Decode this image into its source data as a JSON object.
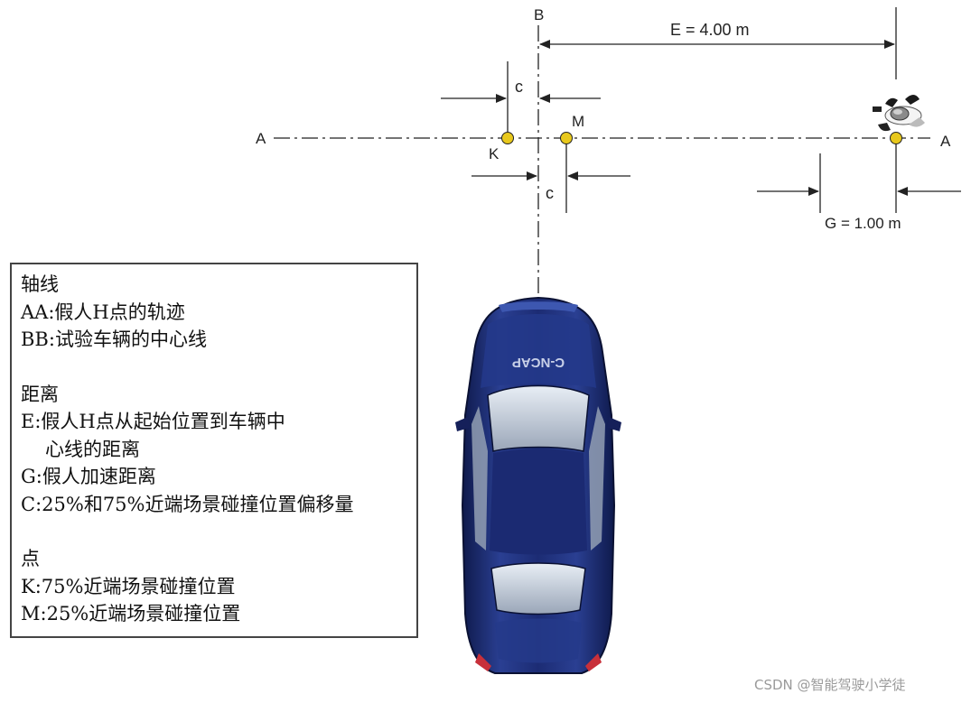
{
  "labels": {
    "axis_a_left": "A",
    "axis_a_right": "A",
    "axis_b": "B",
    "point_k": "K",
    "point_m": "M",
    "dim_c_upper": "c",
    "dim_c_lower": "c",
    "dim_e": "E = 4.00 m",
    "dim_g": "G = 1.00 m",
    "car_roof_text": "C-NCAP"
  },
  "legend": {
    "axes_heading": "轴线",
    "aa": "AA:假人H点的轨迹",
    "bb": "BB:试验车辆的中心线",
    "distance_heading": "距离",
    "e_line1": "E:假人H点从起始位置到车辆中",
    "e_line2": "心线的距离",
    "g": "G:假人加速距离",
    "c": "C:25%和75%近端场景碰撞位置偏移量",
    "points_heading": "点",
    "k": "K:75%近端场景碰撞位置",
    "m": "M:25%近端场景碰撞位置"
  },
  "colors": {
    "car_body": "#1b2a6e",
    "car_highlight": "#3d57b0",
    "point_marker": "#e8c81c",
    "line": "#222222"
  },
  "watermark": "CSDN @智能驾驶小学徒"
}
